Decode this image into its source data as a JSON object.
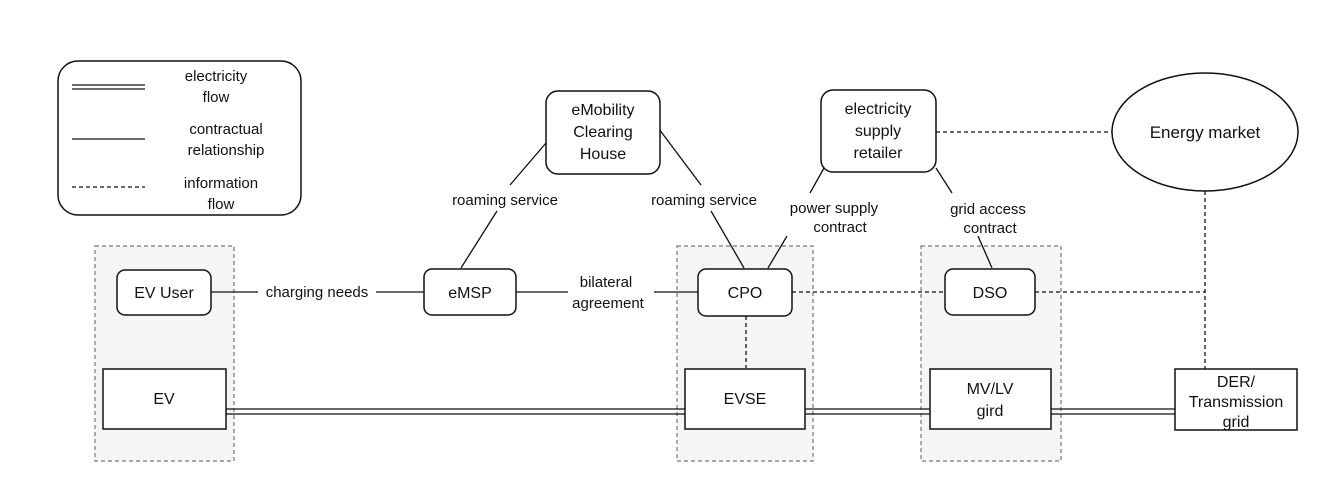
{
  "legend": {
    "electricity_1": "electricity",
    "electricity_2": "flow",
    "contract_1": "contractual",
    "contract_2": "relationship",
    "info_1": "information",
    "info_2": "flow"
  },
  "nodes": {
    "ev_user": "EV User",
    "ev": "EV",
    "emsp": "eMSP",
    "clearing_1": "eMobility",
    "clearing_2": "Clearing",
    "clearing_3": "House",
    "cpo": "CPO",
    "evse": "EVSE",
    "retailer_1": "electricity",
    "retailer_2": "supply",
    "retailer_3": "retailer",
    "dso": "DSO",
    "mvlv_1": "MV/LV",
    "mvlv_2": "gird",
    "energy_market": "Energy market",
    "der_1": "DER/",
    "der_2": "Transmission",
    "der_3": "grid"
  },
  "edges": {
    "charging_needs": "charging needs",
    "roaming_left": "roaming service",
    "roaming_right": "roaming service",
    "bilateral_1": "bilateral",
    "bilateral_2": "agreement",
    "power_supply_1": "power supply",
    "power_supply_2": "contract",
    "grid_access_1": "grid access",
    "grid_access_2": "contract"
  },
  "colors": {
    "line": "#111111",
    "group_border": "#777777",
    "group_fill": "#f5f5f5"
  }
}
